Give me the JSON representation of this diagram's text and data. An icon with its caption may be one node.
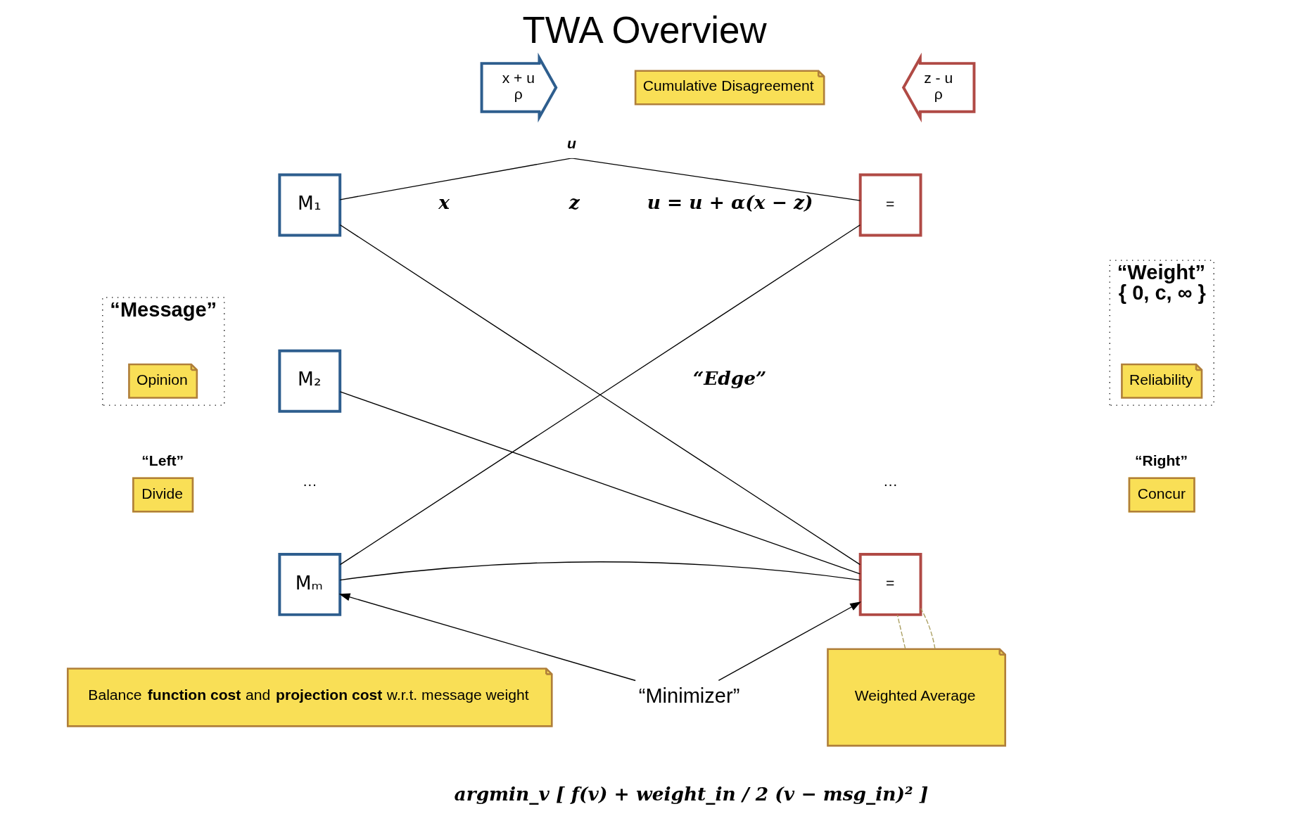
{
  "diagram": {
    "title": "TWA Overview",
    "nodes": [
      {
        "text": [
          "“Message”"
        ]
      },
      {
        "text": [
          "Opinion"
        ],
        "in": 0
      },
      {
        "text": [
          "Cumulative Disagreement"
        ]
      },
      {
        "text": [
          "x + u",
          "ρ"
        ]
      },
      {
        "text": [
          "z - u",
          "ρ"
        ]
      },
      {
        "text": [
          "“Weight”",
          "{ 0, c, ∞ }"
        ]
      },
      {
        "text": [
          "Reliability"
        ],
        "in": 5
      },
      {
        "text": [
          "M₁"
        ]
      },
      {
        "text": [
          "="
        ]
      },
      {
        "text": [
          "M₂"
        ]
      },
      {
        "text": [
          "Divide"
        ],
        "beside": [
          "“Left”"
        ]
      },
      {
        "text": [
          "…"
        ]
      },
      {
        "text": [
          "…"
        ]
      },
      {
        "text": [
          "Concur"
        ],
        "beside": [
          "“Right”"
        ]
      },
      {
        "text": [
          "Mₘ"
        ]
      },
      {
        "text": [
          "="
        ]
      },
      {
        "text": [
          "“Minimizer”"
        ]
      },
      {
        "text": [
          "Balance **function cost** and **projection cost** w.r.t. message weight"
        ]
      },
      {
        "text": [
          "Weighted Average"
        ]
      }
    ],
    "edges": [
      {
        "from": 7,
        "to": 8,
        "arrow": "none",
        "label": "u"
      },
      {
        "from": 7,
        "to": 15,
        "arrow": "none"
      },
      {
        "from": 9,
        "to": 15,
        "arrow": "none"
      },
      {
        "from": 14,
        "to": 8,
        "arrow": "none"
      },
      {
        "from": 14,
        "to": 15,
        "arrow": "none"
      },
      {
        "from": 16,
        "to": 14,
        "arrow": "to"
      },
      {
        "from": 16,
        "to": 15,
        "arrow": "to"
      },
      {
        "from": 18,
        "to": 15,
        "arrow": "none",
        "style": "dashed",
        "color": "#a89c5c"
      },
      {
        "from": 18,
        "to": 15,
        "arrow": "none",
        "style": "dashed",
        "color": "#a89c5c"
      }
    ],
    "labels": [
      "x",
      "z",
      "u = u + α(x − z)",
      "“Edge”",
      "argmin_v [ f(v) + weight_in / 2 (v − msg_in)² ]"
    ]
  }
}
